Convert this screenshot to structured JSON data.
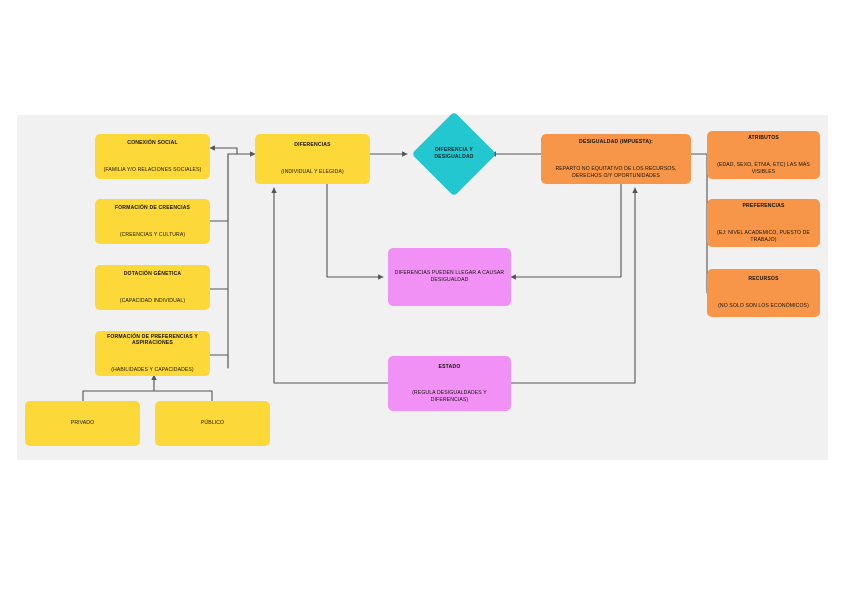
{
  "canvas": {
    "background": "#f1f1f1",
    "page_background": "#ffffff"
  },
  "colors": {
    "yellow": "#fcd938",
    "orange": "#f79648",
    "pink": "#f191f5",
    "teal": "#22c7cf",
    "edge": "#555555",
    "text": "#17120a"
  },
  "nodes": {
    "conexion_social": {
      "title": "CONEXIÓN SOCIAL",
      "subtitle": "(FAMILIA Y/O RELACIONES SOCIALES)",
      "color": "yellow"
    },
    "formacion_creencias": {
      "title": "FORMACIÓN DE CREENCIAS",
      "subtitle": "(CREENCIAS Y CULTURA)",
      "color": "yellow"
    },
    "dotacion_genetica": {
      "title": "DOTACIÓN GÉNETICA",
      "subtitle": "(CAPACIDAD INDIVIDUAL)",
      "color": "yellow"
    },
    "formacion_preferencias": {
      "title": "FORMACIÓN DE PREFERENCIAS Y ASPIRACIONES",
      "subtitle": "(HABILIDADES Y CAPACIDADES)",
      "color": "yellow"
    },
    "privado": {
      "title": "PRIVADO",
      "subtitle": "",
      "color": "yellow"
    },
    "publico": {
      "title": "PÚBLICO",
      "subtitle": "",
      "color": "yellow"
    },
    "diferencias": {
      "title": "DIFERENCIAS",
      "subtitle": "(INDIVIDUAL Y ELEGIDA)",
      "color": "yellow"
    },
    "diferencia_y_desigualdad": {
      "title": "DIFERENCIA Y DESIGUALDAD",
      "color": "teal"
    },
    "desigualdad_impuesta": {
      "title": "DESIGUALDAD (IMPUESTA):",
      "subtitle": "REPARTO NO EQUITATIVO DE LOS RECURSOS, DERECHOS O/Y OPORTUNIDADES",
      "color": "orange"
    },
    "diferencias_causar_desigualdad": {
      "title": "DIFERENCIAS PUEDEN LLEGAR A CAUSAR DESIGUALDAD",
      "subtitle": "",
      "color": "pink"
    },
    "estado": {
      "title": "ESTADO",
      "subtitle": "(REGULA DESIGUALDADES Y DIFERENCIAS)",
      "color": "pink"
    },
    "atributos": {
      "title": "ATRIBUTOS",
      "subtitle": "(EDAD, SEXO, ÉTNIA, ETC) LAS MÁS VISIBLES",
      "color": "orange"
    },
    "preferencias": {
      "title": "PREFERENCIAS",
      "subtitle": "(EJ: NIVEL ACADEMICO, PUESTO DE TRABAJO)",
      "color": "orange"
    },
    "recursos": {
      "title": "RECURSOS",
      "subtitle": "(NO SOLO SON LOS ECONÓMICOS)",
      "color": "orange"
    }
  }
}
